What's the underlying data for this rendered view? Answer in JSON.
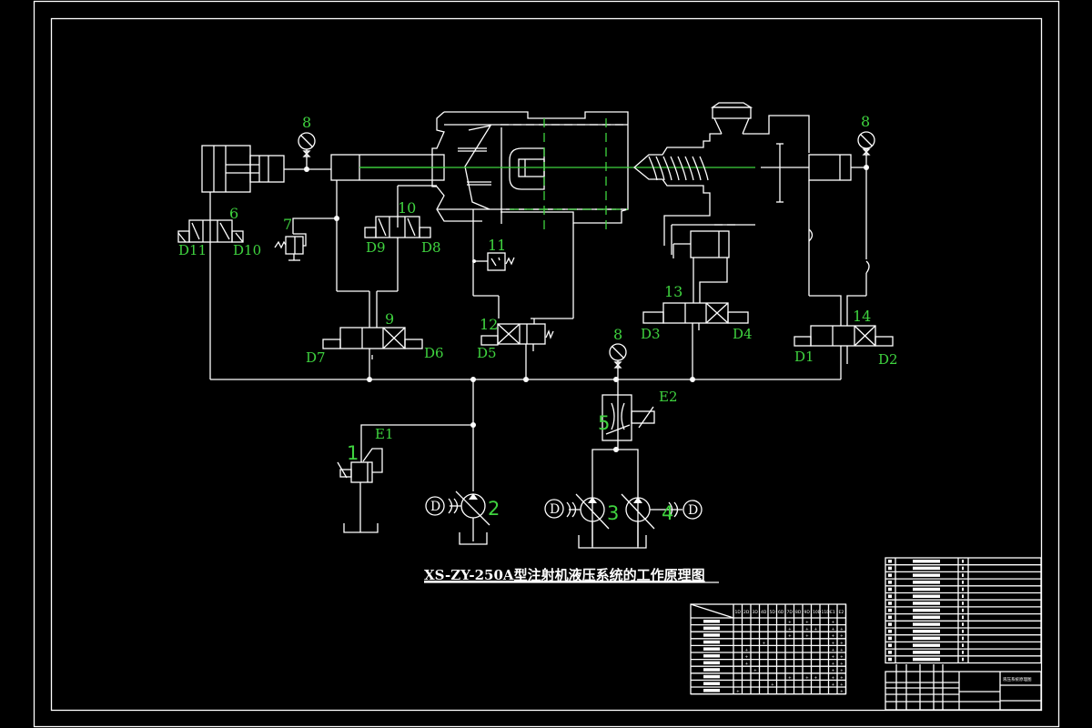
{
  "drawing": {
    "title": "XS-ZY-250A型注射机液压系统的工作原理图",
    "background": "#000000",
    "line_color": "#ffffff",
    "label_color": "#3fd33f"
  },
  "components": {
    "c1": "1",
    "c2": "2",
    "c3": "3",
    "c4": "4",
    "c5": "5",
    "c6": "6",
    "c7": "7",
    "c8a": "8",
    "c8b": "8",
    "c8c": "8",
    "c9": "9",
    "c10": "10",
    "c11": "11",
    "c12": "12",
    "c13": "13",
    "c14": "14"
  },
  "solenoids": {
    "D1": "D1",
    "D2": "D2",
    "D3": "D3",
    "D4": "D4",
    "D5": "D5",
    "D6": "D6",
    "D7": "D7",
    "D8": "D8",
    "D9": "D9",
    "D10": "D10",
    "D11": "D11",
    "E1": "E1",
    "E2": "E2"
  },
  "motors": {
    "m1": "D",
    "m2": "D",
    "m3": "D"
  },
  "action_table": {
    "columns": [
      "1D",
      "2D",
      "3D",
      "4D",
      "5D",
      "6D",
      "7D",
      "8D",
      "9D",
      "10D",
      "11D",
      "E1",
      "E2"
    ],
    "rows": [
      {
        "marks": [
          0,
          0,
          0,
          0,
          0,
          0,
          1,
          0,
          1,
          0,
          0,
          1,
          0
        ]
      },
      {
        "marks": [
          0,
          0,
          0,
          0,
          0,
          0,
          1,
          0,
          1,
          1,
          0,
          1,
          1
        ]
      },
      {
        "marks": [
          0,
          0,
          0,
          0,
          0,
          0,
          1,
          0,
          1,
          0,
          0,
          1,
          1
        ]
      },
      {
        "marks": [
          0,
          0,
          0,
          1,
          0,
          0,
          0,
          0,
          0,
          0,
          0,
          1,
          1
        ]
      },
      {
        "marks": [
          0,
          1,
          0,
          0,
          0,
          0,
          0,
          0,
          0,
          0,
          0,
          1,
          1
        ]
      },
      {
        "marks": [
          0,
          1,
          0,
          0,
          0,
          0,
          0,
          0,
          0,
          0,
          0,
          1,
          1
        ]
      },
      {
        "marks": [
          0,
          1,
          0,
          0,
          0,
          0,
          0,
          0,
          0,
          0,
          0,
          1,
          1
        ]
      },
      {
        "marks": [
          0,
          0,
          1,
          0,
          0,
          0,
          0,
          0,
          0,
          0,
          0,
          1,
          1
        ]
      },
      {
        "marks": [
          0,
          0,
          0,
          0,
          0,
          0,
          1,
          0,
          1,
          1,
          0,
          1,
          1
        ]
      },
      {
        "marks": [
          0,
          0,
          0,
          0,
          1,
          0,
          0,
          0,
          0,
          0,
          0,
          1,
          1
        ]
      },
      {
        "marks": [
          1,
          0,
          0,
          0,
          0,
          0,
          0,
          0,
          0,
          0,
          0,
          0,
          1
        ]
      }
    ]
  },
  "parts_list": {
    "row_count": 15
  },
  "title_block": {
    "name": "液压系统原理图"
  }
}
